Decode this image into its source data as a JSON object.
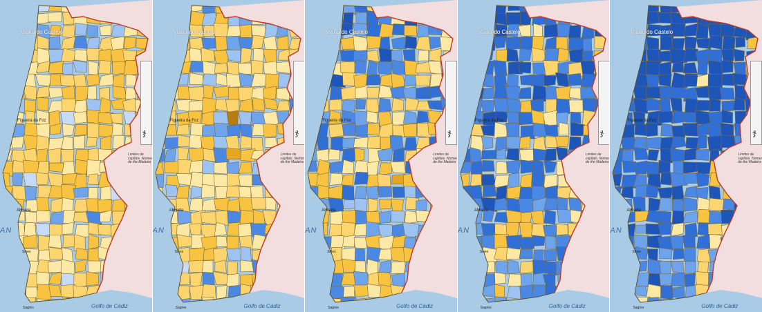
{
  "panels": [
    {
      "id": "panel-1",
      "blue_share": 0.08
    },
    {
      "id": "panel-2",
      "blue_share": 0.22
    },
    {
      "id": "panel-3",
      "blue_share": 0.42
    },
    {
      "id": "panel-4",
      "blue_share": 0.65
    },
    {
      "id": "panel-5",
      "blue_share": 0.85
    }
  ],
  "labels": {
    "viana": "Viana do Castelo",
    "figueira": "Figueira da Foz",
    "almada": "Almada",
    "sines": "Sines",
    "sagres": "Sagres",
    "golfo": "Golfo de Cádiz",
    "ocean": "AN",
    "note": "Limites de capitais. Nomes de the Madeira"
  },
  "legend_symbol": "ჯ",
  "colors": {
    "sea": "#a9cbe6",
    "spain": "#f2dede",
    "border": "#c0392b",
    "outline": "#7a6a3a",
    "yellow": [
      "#fde9a6",
      "#fcd56e",
      "#f8c341",
      "#e6a623",
      "#b87d12",
      "#8a5a0a"
    ],
    "blue": [
      "#c6dbf7",
      "#9dc3f2",
      "#6ea4ec",
      "#4a88e4",
      "#2f6fd6",
      "#1e55b8"
    ]
  }
}
